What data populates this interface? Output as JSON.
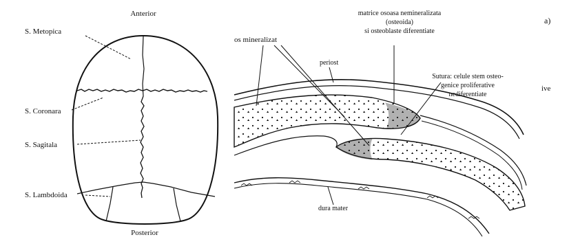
{
  "skull": {
    "anterior": "Anterior",
    "posterior": "Posterior",
    "metopica": "S. Metopica",
    "coronara": "S. Coronara",
    "sagitala": "S. Sagitala",
    "lambdoida": "S. Lambdoida"
  },
  "section": {
    "panel_label": "a)",
    "matrice_line1": "matrice osoasa nemineralizata",
    "matrice_line2": "(osteoida)",
    "matrice_line3": "si osteoblaste diferentiate",
    "os_mineralizat": "os mineralizat",
    "periost": "periost",
    "sutura_line1": "Sutura: celule stem osteo-",
    "sutura_line2": "genice proliferative",
    "sutura_line3": "nediferentiate",
    "ive_fragment": "ive",
    "dura_mater": "dura mater"
  },
  "colors": {
    "ink": "#111111",
    "background": "#ffffff"
  }
}
